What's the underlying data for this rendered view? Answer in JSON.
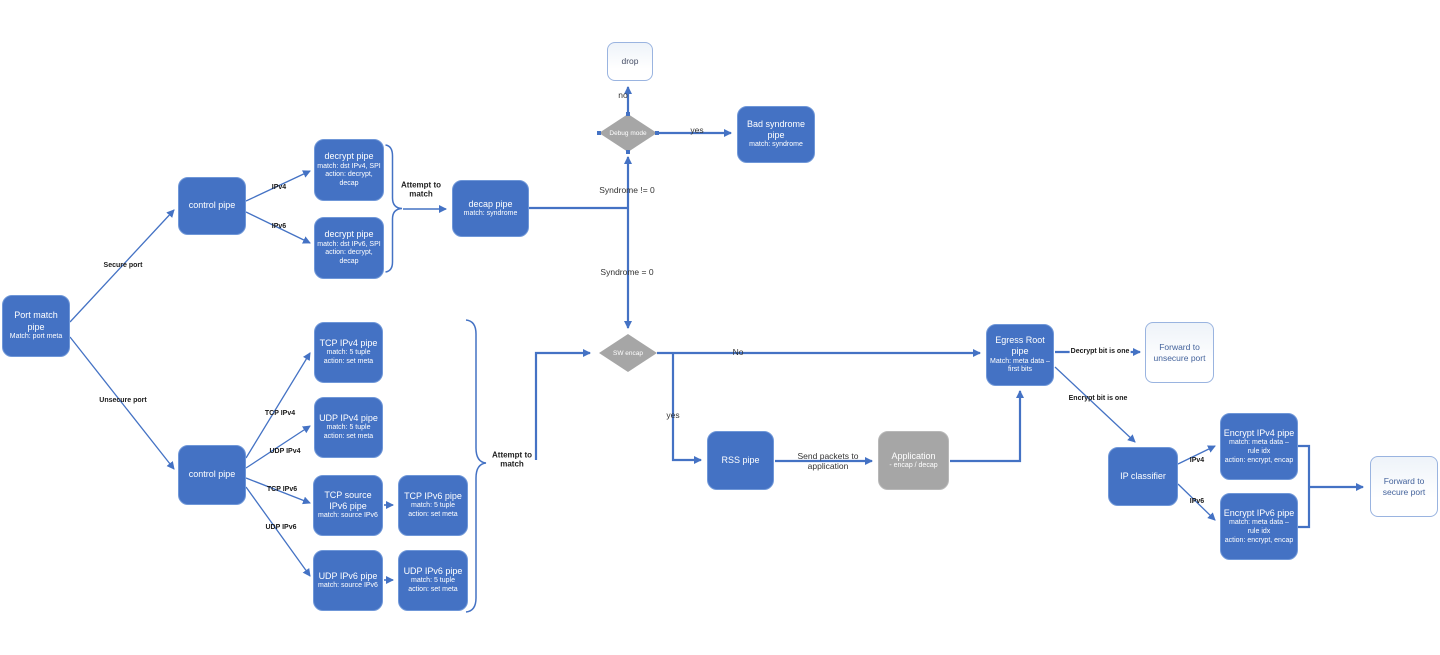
{
  "colors": {
    "node_blue": "#4472C4",
    "node_gray": "#A6A6A6",
    "line_blue": "#4472C4",
    "light_outline": "#9ab4e0"
  },
  "nodes": {
    "port_match": {
      "title": "Port match pipe",
      "sub1": "Match: port meta"
    },
    "control_secure": {
      "title": "control pipe"
    },
    "decrypt_ipv4": {
      "title": "decrypt pipe",
      "sub1": "match: dst IPv4, SPI",
      "sub2": "action: decrypt, decap"
    },
    "decrypt_ipv6": {
      "title": "decrypt pipe",
      "sub1": "match: dst IPv6, SPI",
      "sub2": "action: decrypt, decap"
    },
    "decap": {
      "title": "decap pipe",
      "sub1": "match: syndrome"
    },
    "drop": {
      "title": "drop"
    },
    "debug": {
      "title": "Debug mode"
    },
    "bad_syndrome": {
      "title": "Bad syndrome pipe",
      "sub1": "match: syndrome"
    },
    "sw_encap": {
      "title": "SW encap"
    },
    "rss": {
      "title": "RSS pipe"
    },
    "application": {
      "title": "Application",
      "sub1": "- encap / decap"
    },
    "egress": {
      "title": "Egress Root pipe",
      "sub1": "Match: meta data – first bits"
    },
    "fwd_unsecure": {
      "title": "Forward to unsecure port"
    },
    "ip_classifier": {
      "title": "IP classifier"
    },
    "encrypt_ipv4": {
      "title": "Encrypt IPv4 pipe",
      "sub1": "match: meta data – rule idx",
      "sub2": "action: encrypt, encap"
    },
    "encrypt_ipv6": {
      "title": "Encrypt IPv6 pipe",
      "sub1": "match: meta data – rule idx",
      "sub2": "action: encrypt, encap"
    },
    "fwd_secure": {
      "title": "Forward to secure port"
    },
    "control_unsecure": {
      "title": "control pipe"
    },
    "tcp_ipv4": {
      "title": "TCP IPv4 pipe",
      "sub1": "match: 5 tuple",
      "sub2": "action: set meta"
    },
    "udp_ipv4": {
      "title": "UDP IPv4 pipe",
      "sub1": "match: 5 tuple",
      "sub2": "action: set meta"
    },
    "tcp_src_ipv6": {
      "title": "TCP source IPv6 pipe",
      "sub1": "match: source IPv6"
    },
    "tcp_ipv6": {
      "title": "TCP IPv6 pipe",
      "sub1": "match: 5 tuple",
      "sub2": "action: set meta"
    },
    "udp_ipv6_src": {
      "title": "UDP IPv6  pipe",
      "sub1": "match: source IPv6"
    },
    "udp_ipv6": {
      "title": "UDP IPv6  pipe",
      "sub1": "match: 5 tuple",
      "sub2": "action: set meta"
    }
  },
  "labels": {
    "secure_port": "Secure port",
    "unsecure_port": "Unsecure port",
    "ipv4_top": "IPv4",
    "ipv6_top": "IPv6",
    "attempt_top": "Attempt to match",
    "syndrome_ne": "Syndrome != 0",
    "syndrome_eq": "Syndrome = 0",
    "no_top": "no",
    "yes_top": "yes",
    "no_mid": "No",
    "yes_mid": "yes",
    "send_packets": "Send packets to application",
    "decrypt_bit": "Decrypt bit is one",
    "encrypt_bit": "Encrypt bit is one",
    "ipv4_right": "IPv4",
    "ipv6_right": "IPv6",
    "tcp_ipv4": "TCP IPv4",
    "udp_ipv4": "UDP IPv4",
    "tcp_ipv6": "TCP IPv6",
    "udp_ipv6": "UDP IPv6",
    "attempt_bottom": "Attempt to match"
  }
}
